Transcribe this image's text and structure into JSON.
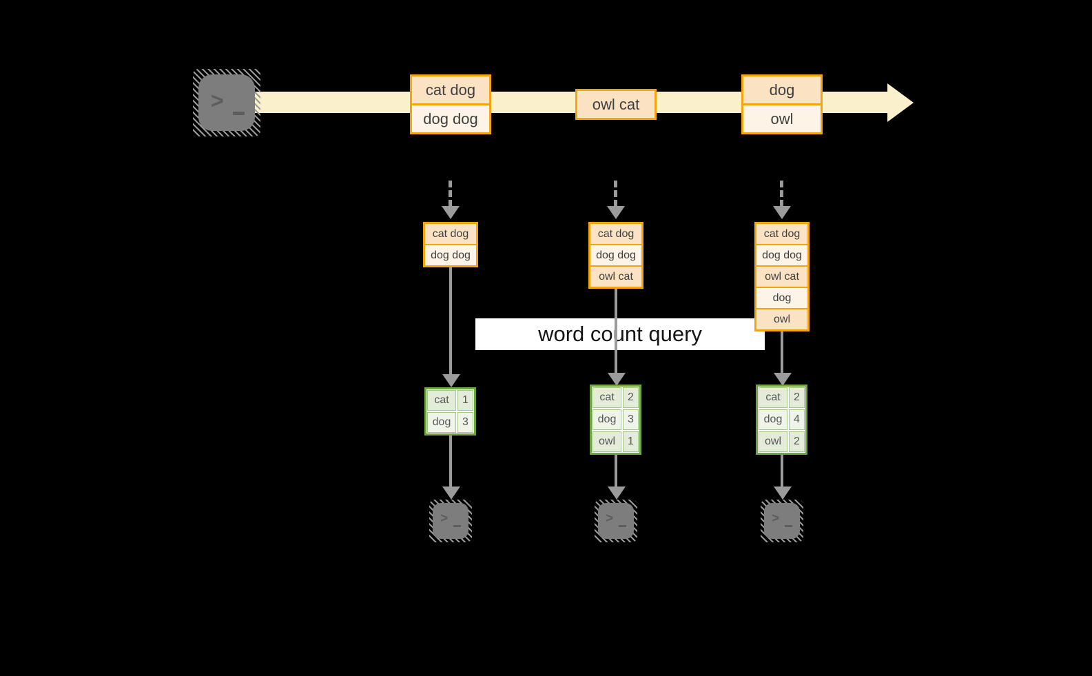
{
  "diagram": {
    "query_label": "word count query",
    "icons": {
      "terminal_prompt": ">"
    },
    "colors": {
      "background": "#000000",
      "stream_band": "#FAF0CB",
      "event_border": "#F2A60C",
      "event_fill_dark": "#FAE2C2",
      "event_fill_light": "#FDF3E6",
      "table_border": "#6FA53F",
      "table_fill_dark": "#E3ECD8",
      "table_fill_light": "#EFF4E9",
      "connector_gray": "#9B9B9B",
      "banner_bg": "#FFFFFF"
    },
    "stream": {
      "events": [
        {
          "lines": [
            "cat dog",
            "dog dog"
          ]
        },
        {
          "lines": [
            "owl cat"
          ]
        },
        {
          "lines": [
            "dog",
            "owl"
          ]
        }
      ]
    },
    "columns": [
      {
        "buffer": [
          "cat dog",
          "dog dog"
        ],
        "counts": [
          {
            "word": "cat",
            "count": "1"
          },
          {
            "word": "dog",
            "count": "3"
          }
        ]
      },
      {
        "buffer": [
          "cat dog",
          "dog dog",
          "owl cat"
        ],
        "counts": [
          {
            "word": "cat",
            "count": "2"
          },
          {
            "word": "dog",
            "count": "3"
          },
          {
            "word": "owl",
            "count": "1"
          }
        ]
      },
      {
        "buffer": [
          "cat dog",
          "dog dog",
          "owl cat",
          "dog",
          "owl"
        ],
        "counts": [
          {
            "word": "cat",
            "count": "2"
          },
          {
            "word": "dog",
            "count": "4"
          },
          {
            "word": "owl",
            "count": "2"
          }
        ]
      }
    ]
  }
}
